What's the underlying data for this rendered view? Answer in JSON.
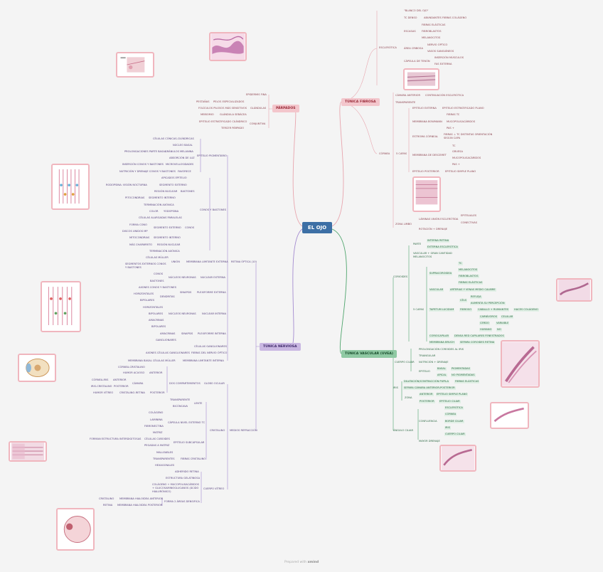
{
  "title": "EL OJO",
  "branches": {
    "fibrosa": "TÚNICA FIBROSA",
    "vascular": "TÚNICA VASCULAR (UVEA)",
    "nerviosa": "TÚNICA NERVIOSA",
    "parpados": "PÁRPADOS"
  },
  "footer": {
    "prefix": "Prepared with",
    "brand": "xmind"
  },
  "labels": {
    "f1": "ESCLERÓTICA",
    "f2": "\"BLANCO DEL OJO\"",
    "f3": "TC DENSO",
    "f4": "ABUNDANTES FIBRAS COLÁGENO",
    "f5": "ESCASAS",
    "f6": "FIBRAS ELÁSTICAS",
    "f7": "FIBROBLASTOS",
    "f8": "MELANOCITOS",
    "f9": "ÁREA CRIBOSA",
    "f10": "NERVIO ÓPTICO",
    "f11": "VASOS SANGUÍNEOS",
    "f12": "CÁPSULA DE TENÓN",
    "f13": "INSERCIÓN MÚSCULOS",
    "f14": "FAS EXTERNA",
    "f15": "CÁMARA ANTERIOR",
    "f16": "CONTINUACIÓN ESCLERÓTICA",
    "f17": "TRANSPARENTE",
    "f18": "CÓRNEA",
    "f19": "5 CAPAS",
    "f20": "EPITELIO EXTERNA",
    "f21": "EPITELIO ESTRATIFICADO PLANO",
    "f22": "MEMBRANA BOWMANN",
    "f23": "FIBRAS TC",
    "f24": "MUCOPOLISACÁRIDOS",
    "f25": "PAS +",
    "f26": "ESTROMA CÓRNEAL",
    "f27": "FIBRAS ⊥ TC DISTINTAS ORIENTACIÓN SEGÚN CAPA",
    "f28": "MEMBRANA DE DESCEMET",
    "f29": "TC",
    "f30": "GRUESA",
    "f31": "MUCOPOLISACÁRIDOS",
    "f32": "PAS +",
    "f33": "EPITELIO POSTERIOR",
    "f34": "EPITELIO SIMPLE PLANO",
    "f35": "ZONA LIMBO",
    "f36": "LÁMINAS UNIÓN ESCLERÓTIDA",
    "f37": "EPITELIALES",
    "f38": "CONECTIVAS",
    "f39": "ROTACIÓN + DRENAJE",
    "v1": "CORIOIDES",
    "v2": "PARTE",
    "v3": "INTERNA RETINA",
    "v4": "EXTERNA ESCLERÓTICA",
    "v5": "VASCULAR + GRAN CANTIDAD MELANOCITOS",
    "v6": "5 CAPAS",
    "v7": "SUPRACOROIDEA",
    "v8": "TC",
    "v9": "MELANOCITOS",
    "v10": "FIBROBLASTOS",
    "v11": "FIBRAS ELÁSTICAS",
    "v12": "VASCULAR",
    "v13": "ARTERIAS Y VENAS MEDIO CALIBRE",
    "v14": "TAPETUM LUCIDUM",
    "v15": "CÉLS",
    "v16": "REFLEJA",
    "v17": "AUMENTA SU PERCEPCIÓN",
    "v18": "FIBROSO",
    "v19": "CABALLO + RUMIANTES",
    "v20": "HACES COLÁGENO",
    "v21": "CARNÍVOROS",
    "v22": "CELULAR",
    "v23": "CERDO",
    "v24": "VARIABLE",
    "v25": "HUMANO",
    "v26": "NO",
    "v27": "CORIOCAPILAR",
    "v28": "DENSA RED CAPILARES FENESTRADOS",
    "v29": "MEMBRANA BRUCH",
    "v30": "SEPARA COROIDES RETINA",
    "v31": "CUERPO CILIAR",
    "v32": "PROLONGACIÓN COROIDES AL IRIS",
    "v33": "TRIANGULAR",
    "v34": "NUTRICIÓN + DRENAJE",
    "v35": "EPITELIO",
    "v36": "BASAL",
    "v37": "PIGMENTADAS",
    "v38": "APICAL",
    "v39": "NO PIGMENTADAS",
    "v40": "IRIS",
    "v41": "DILATACIÓN/CONTRACCIÓN PUPILA",
    "v42": "FIBRAS ELÁSTICAS",
    "v43": "SEPARA CÁMARA ANTERIOR-POSTERIOR",
    "v44": "ZONA",
    "v45": "ANTERIOR",
    "v46": "EPITELIO SIMPLE PLANO",
    "v47": "POSTERIOR",
    "v48": "EPITELIO CILIAR",
    "v49": "ÁNGULO CILIAR",
    "v50": "CONFLUENCIA",
    "v51": "ESCLERÓTICA",
    "v52": "CÓRNEA",
    "v53": "BORDE CILIAR",
    "v54": "IRIS",
    "v55": "CUERPO CILIAR",
    "v56": "MAYOR DRENAJE",
    "p1": "EPIDERMIS FINA",
    "p2": "PESTAÑAS",
    "p3": "PELOS ESPECIALIZADOS",
    "p4": "FOLÍCULOS PILOSOS MÁS SENSITIVOS",
    "p5": "GLÁNDULAS",
    "p6": "MEIBOMIO",
    "p7": "GLÁNDULA SEBÁCEA",
    "p8": "EPITELIO ESTRATIFICADO CILÍNDRICO",
    "p9": "CONJUNTIVA",
    "p10": "TERCER PÁRPADO",
    "n1": "CÉLULAS CÓNICAS-CILÍNDRICAS",
    "n2": "NÚCLEO BASAL",
    "n3": "PROLONGACIONES PARTE BASAL",
    "n4": "GRÁNULOS MELANINA",
    "n5": "EPITELIO PIGMENTARIO",
    "n6": "ABSORCIÓN DE LUZ",
    "n7": "INSERCIÓN CONOS Y BASTONES",
    "n8": "MICROVELLOSIDADES",
    "n9": "NUTRICIÓN Y DRENAJE CONOS Y BASTONES",
    "n10": "FAVORECE",
    "n11": "APICADOS EPITELIO",
    "n12": "RODOPSINA: VISIÓN NOCTURNA",
    "n13": "SEGMENTO EXTERNO",
    "n14": "REGIÓN NUCLEAR",
    "n15": "BASTONES",
    "n16": "PITOCONDRIAS",
    "n17": "SEGMENTO INTERNO",
    "n18": "TERMINACIÓN AXÓNICA",
    "n19": "CONOS Y BASTONES",
    "n20": "COLOR",
    "n21": "YODOPSINA",
    "n22": "CÉLULAS ALARGADAS PARALELAS",
    "n23": "FORMA CONO",
    "n24": "SEGMENTO EXTERNO",
    "n25": "CONOS",
    "n26": "DISCOS UNIDOS MP",
    "n27": "MITOCONDRIAS",
    "n28": "SEGMENTO INTERNO",
    "n29": "MÁS CHAPARRITO",
    "n30": "REGIÓN NUCLEAR",
    "n31": "TERMINACIÓN AXÓNICA",
    "n32": "CÉLULAS MÜLLER",
    "n33": "UNIÓN",
    "n34": "MEMBRANA LIMITANTE EXTERNA",
    "n35": "SEGMENTOS EXTERNOS CONOS Y BASTONES",
    "n36": "RETINA ÓPTICA (10)",
    "n37": "CONOS",
    "n38": "NÚCLEOS NEURONAS",
    "n39": "NUCLEAR EXTERNA",
    "n40": "BASTONES",
    "n41": "AXONES CONOS Y BASTONES",
    "n42": "SINAPSIS",
    "n43": "PLEXIFORME EXTERNA",
    "n44": "HORIZONTALES",
    "n45": "DENDRITAS",
    "n46": "BIPOLARES",
    "n47": "HORIZONTALES",
    "n48": "BIPOLARES",
    "n49": "NÚCLEOS NEURONAS",
    "n50": "NUCLEAR INTERNA",
    "n51": "AMACRINAS",
    "n52": "BIPOLARES",
    "n53": "AMACRINAS",
    "n54": "SINAPSIS",
    "n55": "PLEXIFORME INTERNA",
    "n56": "GANGLIONARES",
    "n57": "CÉLULAS GANGLIONARES",
    "n58": "AXONES CÉLULAS GANGLIONARES",
    "n59": "FIBRAS DEL NERVIO ÓPTICO",
    "n60": "MEMBRANA BASAL CÉLULAS MÜLLER",
    "n61": "MEMBRANA LIMITANTE INTERNA",
    "n62": "CÓRNEA-CRISTALINO",
    "n63": "HUMOR ACUOSO",
    "n64": "ANTERIOR",
    "n65": "CÓRNEA-IRIS",
    "n66": "ANTERIOR",
    "n67": "CÁMARA",
    "n68": "IRIS-CRISTALINO",
    "n69": "POSTERIOR",
    "n70": "HUMOR VÍTREO",
    "n71": "CRISTALINO-RETINA",
    "n72": "POSTERIOR",
    "n73": "DOS COMPARTIMIENTOS",
    "n74": "GLOBO OCULAR",
    "n75": "TRANSPARENTE",
    "n76": "LENTE",
    "n77": "BICÓNCAVA",
    "n78": "COLÁGENO",
    "n79": "LAMININA",
    "n80": "CÁPSULA NIVEL EXTERNO TC",
    "n81": "FIBRONECTINA",
    "n82": "MATRIZ",
    "n83": "FORMAN ESTRUCTURA INTERDIGITOSAS",
    "n84": "CÉLULAS CUBOIDES",
    "n85": "EPITELIO SUBCAPSULAR",
    "n86": "CRISTALINO",
    "n87": "PEGADAS A MATRIZ",
    "n88": "MEDIOS REFRACCIÓN",
    "n89": "MALLEABLES",
    "n90": "TRANSPARENTES",
    "n91": "FIBRAS CRISTALINO",
    "n92": "HEXAGONALES",
    "n93": "ADHERIDO RETINA",
    "n94": "ESTRUCTURA GELATINOSA",
    "n95": "COLÁGENO + MUCOPOLISACÁRIDOS + GLUCOSAMINOGLUCANOS (ÁCIDO HIALURÓNICO)",
    "n96": "CUERPO VÍTREO",
    "n97": "CRISTALINO",
    "n98": "MEMBRANA HIALOIDEA ANTERIOR",
    "n99": "FORMA 2 ÁREAS DENSIFICA",
    "n100": "RETINA",
    "n101": "MEMBRANA HIALOIDEA POSTERIOR"
  }
}
